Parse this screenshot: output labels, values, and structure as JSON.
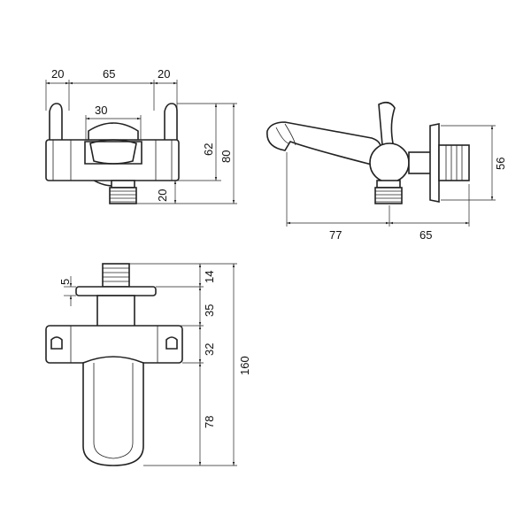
{
  "front_view": {
    "dim_left_width": "20",
    "dim_center_width": "65",
    "dim_right_width": "20",
    "dim_inlet_width": "30",
    "dim_body_height": "62",
    "dim_total_height": "80",
    "dim_bottom_offset": "20"
  },
  "side_view": {
    "dim_spout_length": "77",
    "dim_wall_distance": "65",
    "dim_flange_height": "56"
  },
  "top_view": {
    "dim_flange_gap": "5",
    "dim_thread": "14",
    "dim_stem": "35",
    "dim_body": "32",
    "dim_spout": "78",
    "dim_total_length": "160"
  }
}
